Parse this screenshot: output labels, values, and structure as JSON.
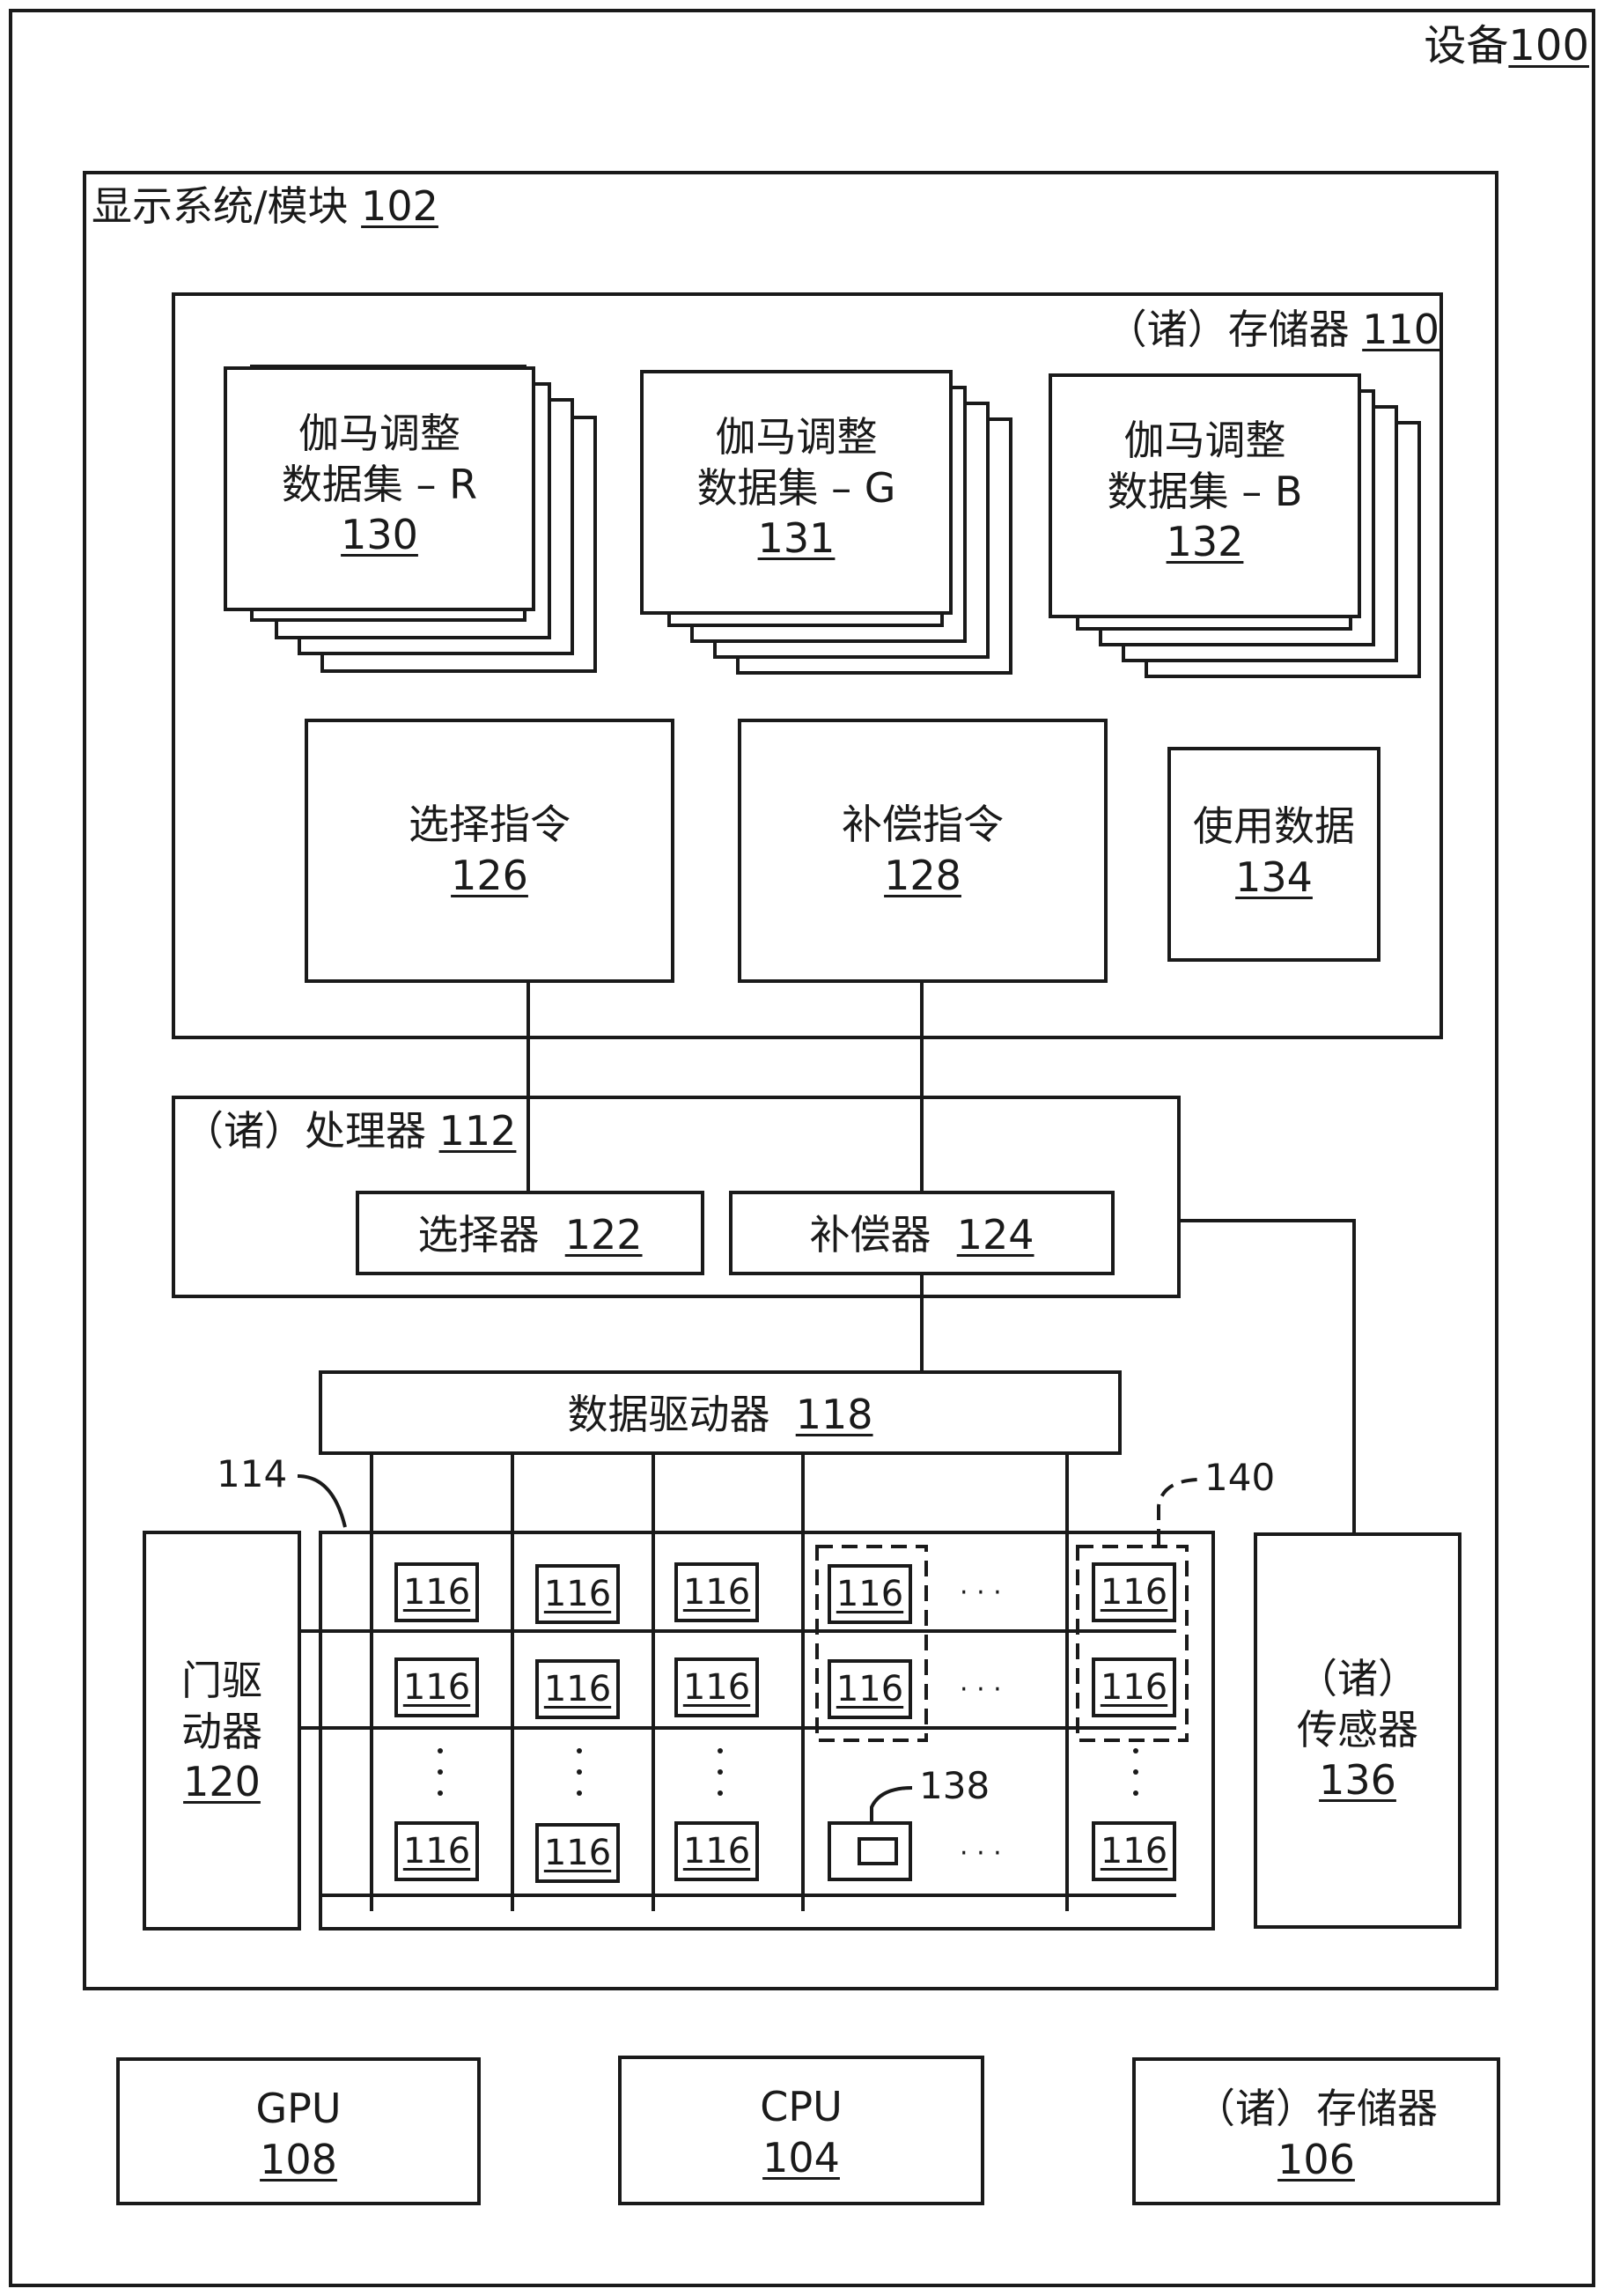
{
  "device": {
    "label": "设备",
    "ref": "100"
  },
  "display": {
    "label": "显示系统/模块",
    "ref": "102"
  },
  "memory_110": {
    "label": "（诸）存储器",
    "ref": "110"
  },
  "gamma_r": {
    "line1": "伽马调整",
    "line2": "数据集 – R",
    "ref": "130"
  },
  "gamma_g": {
    "line1": "伽马调整",
    "line2": "数据集 – G",
    "ref": "131"
  },
  "gamma_b": {
    "line1": "伽马调整",
    "line2": "数据集 – B",
    "ref": "132"
  },
  "select_instr": {
    "label": "选择指令",
    "ref": "126"
  },
  "comp_instr": {
    "label": "补偿指令",
    "ref": "128"
  },
  "usage_data": {
    "label": "使用数据",
    "ref": "134"
  },
  "processor": {
    "label": "（诸）处理器",
    "ref": "112"
  },
  "selector": {
    "label": "选择器",
    "ref": "122"
  },
  "compensator": {
    "label": "补偿器",
    "ref": "124"
  },
  "data_driver": {
    "label": "数据驱动器",
    "ref": "118"
  },
  "gate_driver": {
    "line1": "门驱",
    "line2": "动器",
    "ref": "120"
  },
  "sensors": {
    "line1": "（诸）",
    "line2": "传感器",
    "ref": "136"
  },
  "array_ref": "114",
  "pixel_ref": "116",
  "group_ref": "140",
  "defect_ref": "138",
  "ellipsis": "· · ·",
  "gpu": {
    "label": "GPU",
    "ref": "108"
  },
  "cpu": {
    "label": "CPU",
    "ref": "104"
  },
  "memory_106": {
    "label": "（诸）存储器",
    "ref": "106"
  }
}
